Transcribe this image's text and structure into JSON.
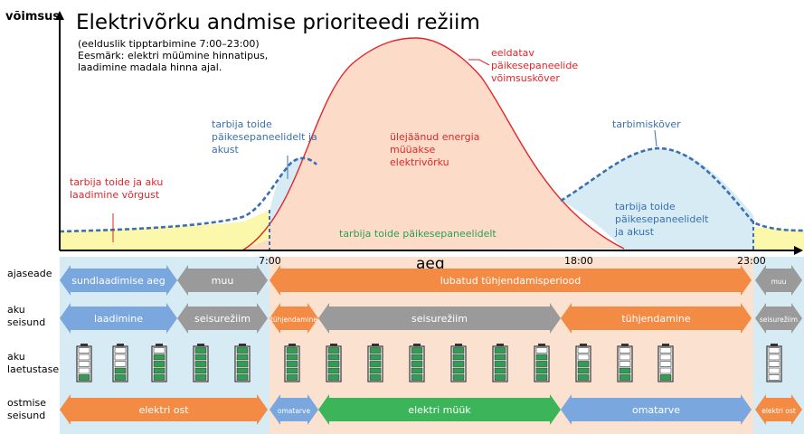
{
  "title": "Elektrivõrku andmise prioriteedi režiim",
  "subtitle_lines": [
    "(eelduslik tipptarbimine 7:00–23:00)",
    "Eesmärk: elektri müümine hinnatipus,",
    "laadimine madala hinna ajal."
  ],
  "y_axis_label": "võimsus",
  "x_axis_label": "aeg",
  "time_ticks": [
    "7:00",
    "18:00",
    "23:00"
  ],
  "annotations": {
    "grid_charging": [
      "tarbija toide ja aku",
      "laadimine võrgust"
    ],
    "morning_battery": [
      "tarbija toide",
      "päikesepaneelidelt ja",
      "akust"
    ],
    "pv_curve": [
      "eeldatav",
      "päikesepaneelide",
      "võimsuskõver"
    ],
    "surplus": [
      "ülejäänud energia",
      "müüakse",
      "elektrivõrku"
    ],
    "consumption_curve": [
      "tarbimiskõver"
    ],
    "evening_battery": [
      "tarbija toide",
      "päikesepaneelidelt",
      "ja akust"
    ],
    "pv_only": [
      "tarbija toide päikesepaneelidelt"
    ]
  },
  "rows": [
    {
      "label": [
        "ajaseade"
      ],
      "segments": [
        {
          "text": "sundlaadimise aeg",
          "kind": "blue"
        },
        {
          "text": "muu",
          "kind": "gray"
        },
        {
          "text": "lubatud tühjendamisperiood",
          "kind": "orange"
        },
        {
          "text": "muu",
          "kind": "gray"
        }
      ]
    },
    {
      "label": [
        "aku",
        "seisund"
      ],
      "segments": [
        {
          "text": "laadimine",
          "kind": "blue"
        },
        {
          "text": "seisurežiim",
          "kind": "gray"
        },
        {
          "text": "tühjendamine",
          "kind": "orange"
        },
        {
          "text": "seisurežiim",
          "kind": "gray"
        },
        {
          "text": "tühjendamine",
          "kind": "orange"
        },
        {
          "text": "seisurežiim",
          "kind": "gray"
        }
      ]
    },
    {
      "label": [
        "aku",
        "laetustase"
      ],
      "segments": []
    },
    {
      "label": [
        "ostmise",
        "seisund"
      ],
      "segments": [
        {
          "text": "elektri ost",
          "kind": "orange"
        },
        {
          "text": "omatarve",
          "kind": "blue"
        },
        {
          "text": "elektri müük",
          "kind": "green"
        },
        {
          "text": "omatarve",
          "kind": "blue"
        },
        {
          "text": "elektri ost",
          "kind": "orange"
        }
      ]
    }
  ],
  "battery_levels": [
    1,
    2,
    4,
    5,
    5,
    5,
    5,
    5,
    5,
    5,
    5,
    4,
    3,
    2,
    1,
    0
  ],
  "colors": {
    "blue": "#7aa7dd",
    "gray": "#9a9a9a",
    "orange": "#f38b45",
    "green": "#3cb45a",
    "pv_fill": "#fcdcc8",
    "pv_line": "#e0262b",
    "light_blue": "#d6ebf4",
    "consumption_line": "#3b6fb0",
    "yellow": "#fbf7ab",
    "cell_green": "#2f9e52"
  }
}
